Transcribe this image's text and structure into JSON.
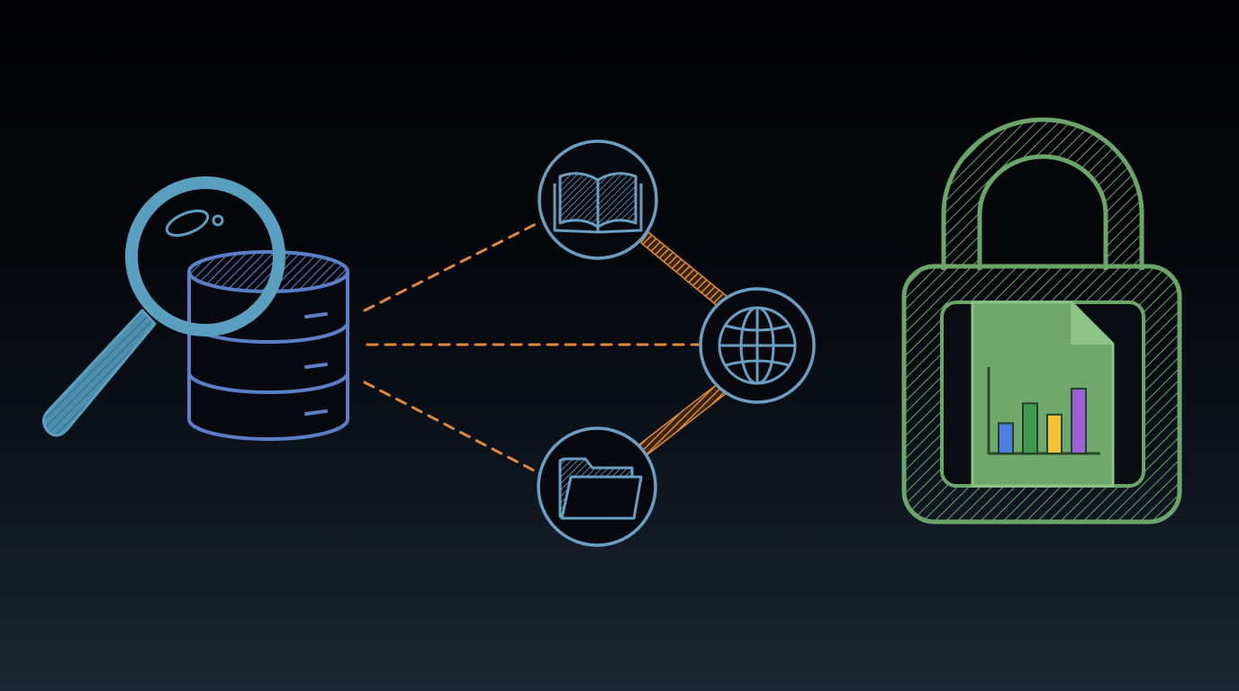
{
  "colors": {
    "search": "#5b9fc0",
    "database": "#5a7fc6",
    "connector": "#e0893a",
    "node": "#6a9fc4",
    "lock": "#6aa66a",
    "document": "#6ea86a",
    "bar_blue": "#4a7fe0",
    "bar_green": "#3f9a4d",
    "bar_yellow": "#f2c233",
    "bar_purple": "#9f5fd6"
  },
  "icons": {
    "search": "magnifying-glass-icon",
    "database": "database-icon",
    "book": "open-book-icon",
    "globe": "globe-icon",
    "folder": "folder-icon",
    "lock": "padlock-icon",
    "report": "bar-chart-document-icon"
  },
  "report_bars": [
    {
      "color_key": "bar_blue",
      "level": 0.35
    },
    {
      "color_key": "bar_green",
      "level": 0.58
    },
    {
      "color_key": "bar_yellow",
      "level": 0.45
    },
    {
      "color_key": "bar_purple",
      "level": 0.75
    }
  ]
}
